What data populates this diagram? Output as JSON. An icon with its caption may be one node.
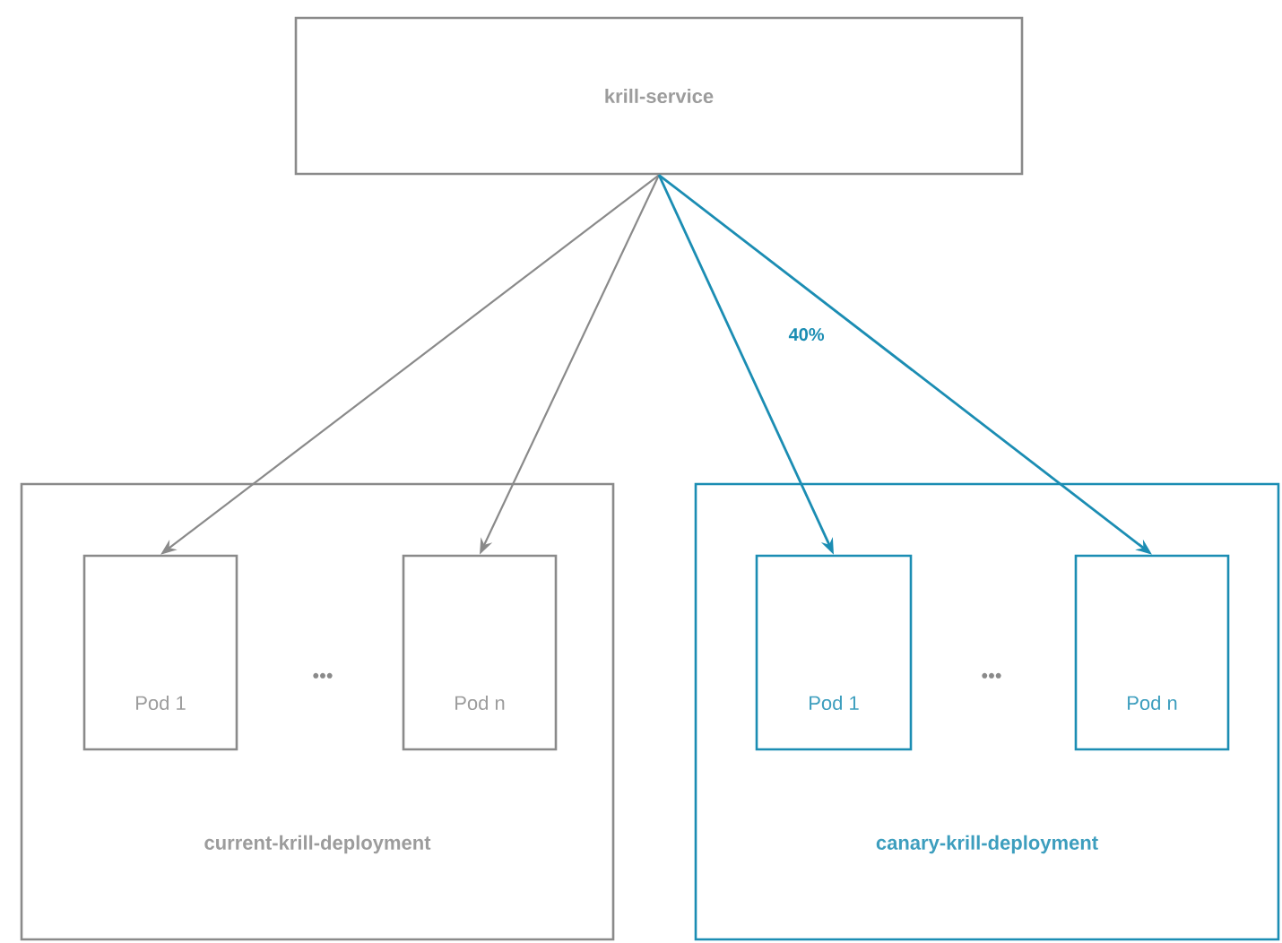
{
  "diagram": {
    "nodes": [
      {
        "text": [
          "krill-service"
        ]
      },
      {
        "text": [
          "current-krill-deployment"
        ]
      },
      {
        "text": [
          "Pod 1"
        ],
        "in": 1
      },
      {
        "text": [
          "Pod n"
        ],
        "in": 1
      },
      {
        "text": [
          "canary-krill-deployment"
        ]
      },
      {
        "text": [
          "Pod 1"
        ],
        "in": 4
      },
      {
        "text": [
          "Pod n"
        ],
        "in": 4
      }
    ],
    "edges": [
      {
        "from": 0,
        "to": 2,
        "arrow": "to"
      },
      {
        "from": 0,
        "to": 3,
        "arrow": "to"
      },
      {
        "from": 0,
        "to": 5,
        "arrow": "to",
        "color": "#1b8db3"
      },
      {
        "from": 0,
        "to": 6,
        "arrow": "to",
        "label": "40%",
        "color": "#1b8db3"
      }
    ],
    "labels": [
      "•••",
      "•••"
    ]
  }
}
